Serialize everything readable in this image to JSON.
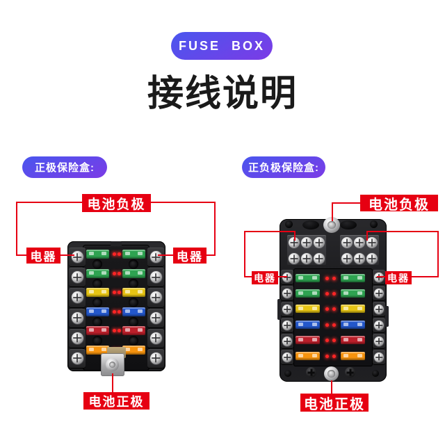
{
  "header": {
    "badge": "FUSE BOX",
    "title": "接线说明"
  },
  "colors": {
    "accent_red": "#e60012",
    "led": "#ff2525",
    "badge_start": "#4956ee",
    "badge_end": "#7c3be6",
    "title_color": "#1a1a1a"
  },
  "sections": {
    "left": {
      "label": "正极保险盒:",
      "annotations": {
        "battery_negative": "电池负极",
        "device_left": "电器",
        "device_right": "电器",
        "battery_positive": "电池正极"
      }
    },
    "right": {
      "label": "正负极保险盒:",
      "annotations": {
        "battery_negative": "电池负极",
        "device_left": "电器",
        "device_right": "电器",
        "battery_positive": "电池正极"
      }
    }
  },
  "fusebox": {
    "fuse_colors": [
      "#2ea351",
      "#2ea351",
      "#e6c414",
      "#2357cb",
      "#bb1f2a",
      "#f6930e"
    ],
    "rows": 6,
    "fuses_per_row": 2,
    "side_terminals_per_side": 6,
    "busbar_screws_per_strip": 6
  }
}
